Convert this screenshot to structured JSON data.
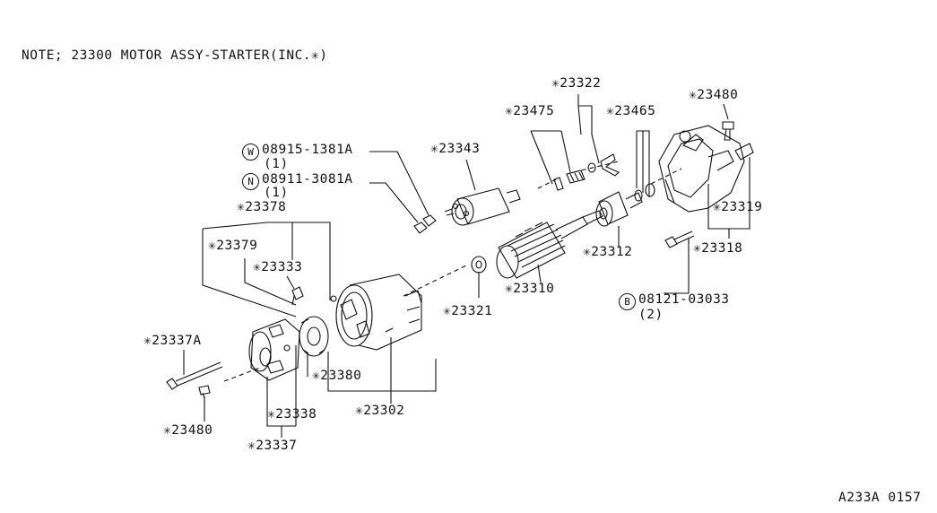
{
  "note": "NOTE; 23300 MOTOR ASSY-STARTER(INC.✳)",
  "diagram_code": "A233A 0157",
  "parts": {
    "p23322": "✳23322",
    "p23475": "✳23475",
    "p23465": "✳23465",
    "p23480_top": "✳23480",
    "p23343": "✳23343",
    "w_code": "W",
    "w_part": "08915-1381A",
    "w_qty": "(1)",
    "n_code": "N",
    "n_part": "08911-3081A",
    "n_qty": "(1)",
    "p23378": "✳23378",
    "p23379": "✳23379",
    "p23333": "✳23333",
    "p23319": "✳23319",
    "p23318": "✳23318",
    "p23312": "✳23312",
    "p23310": "✳23310",
    "b_code": "B",
    "b_part": "08121-03033",
    "b_qty": "(2)",
    "p23321": "✳23321",
    "p23337A": "✳23337A",
    "p23380": "✳23380",
    "p23338": "✳23338",
    "p23302": "✳23302",
    "p23480_bottom": "✳23480",
    "p23337": "✳23337"
  }
}
